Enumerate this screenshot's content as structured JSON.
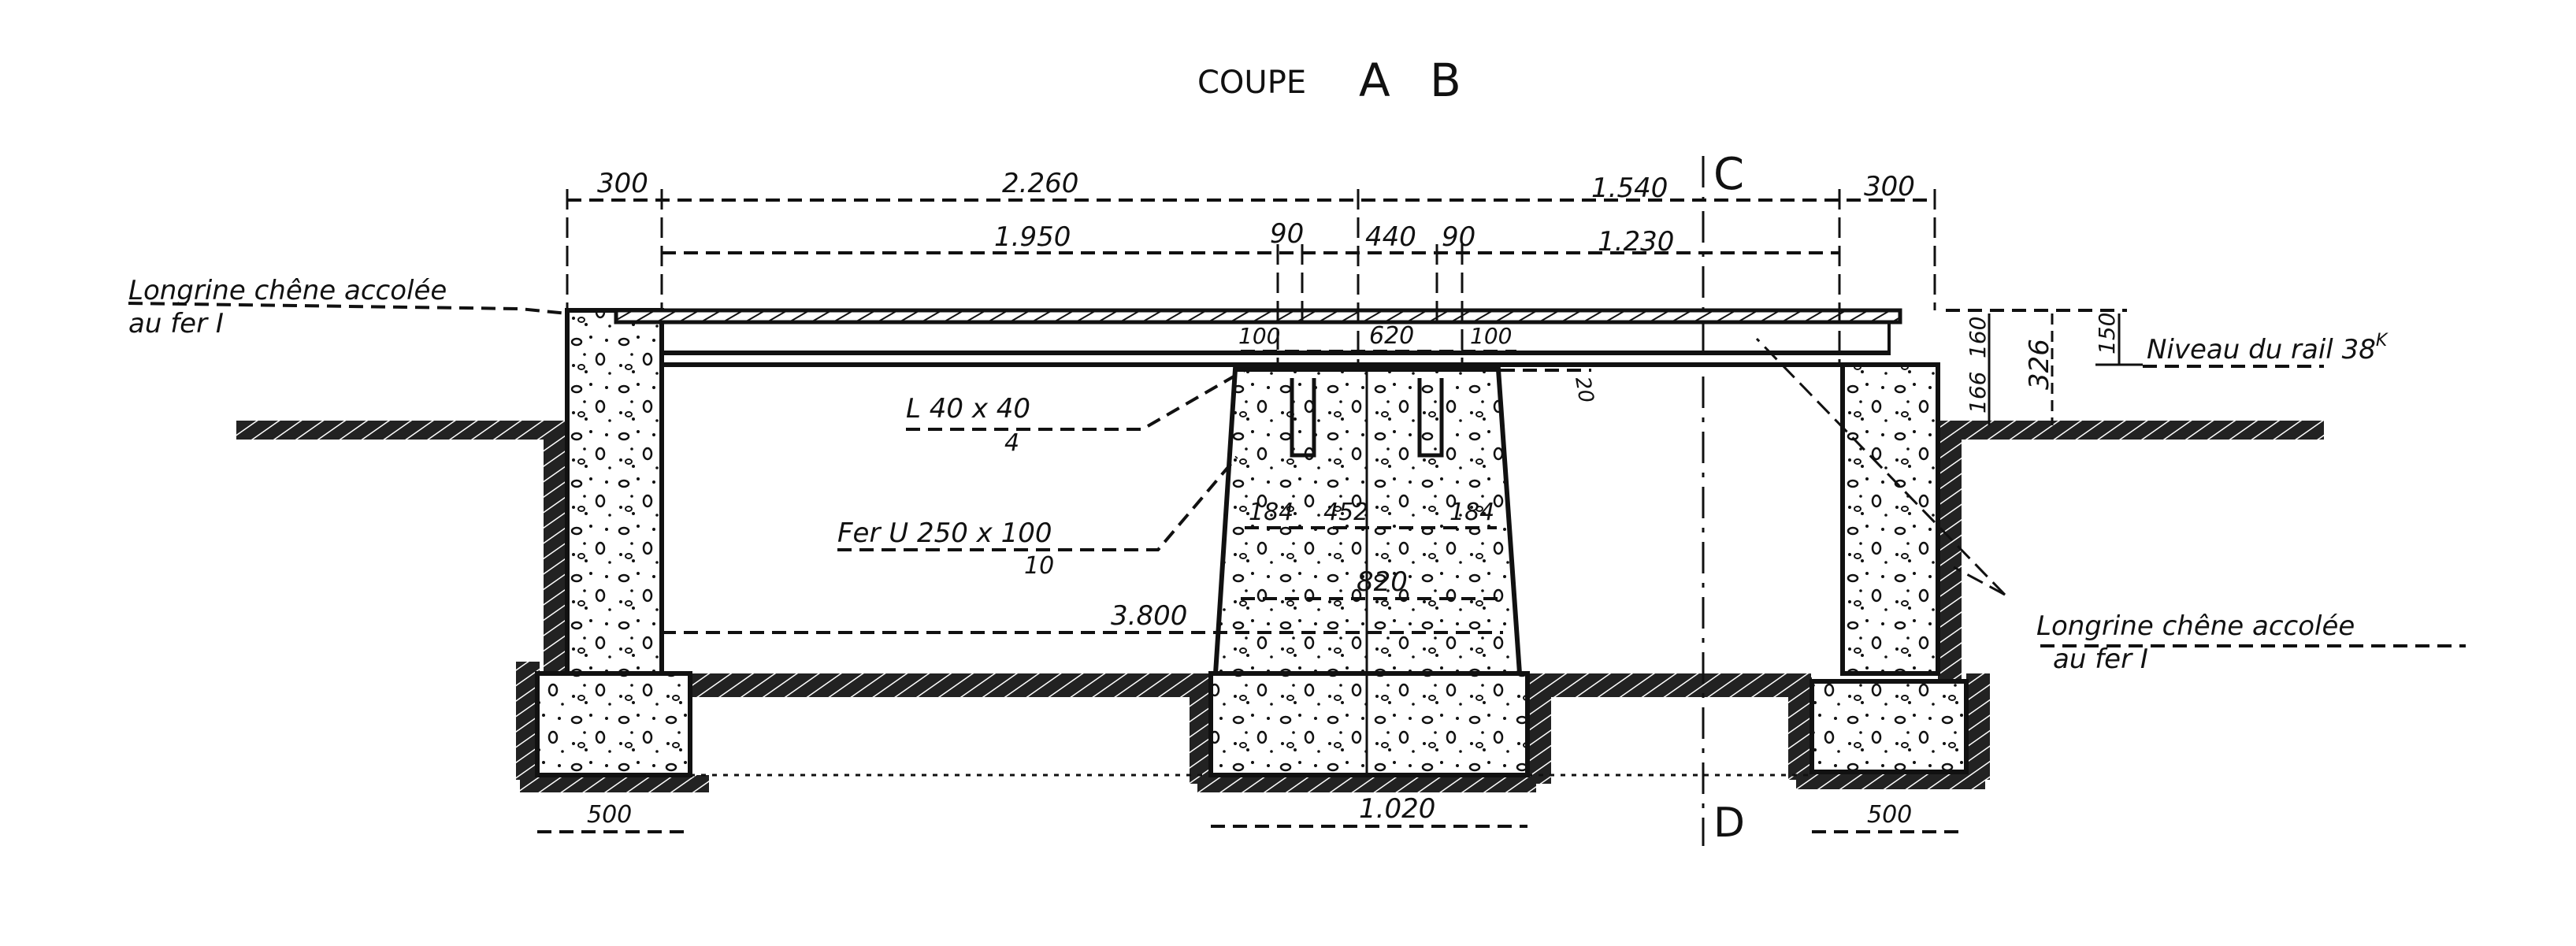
{
  "title": {
    "prefix": "COUPE",
    "a": "A",
    "b": "B"
  },
  "section_marks": {
    "top": "C",
    "bottom": "D"
  },
  "dimensions_top": {
    "left_wall": "300",
    "left_span": "2.260",
    "right_span": "1.540",
    "right_wall": "300"
  },
  "dimensions_second": {
    "left_clear": "1.950",
    "gap_left": "90",
    "center": "440",
    "gap_right": "90",
    "right_clear": "1.230"
  },
  "dimensions_pier_top": {
    "left": "100",
    "center": "620",
    "right": "100"
  },
  "dimensions_pier_mid": {
    "left": "184",
    "center": "452",
    "right": "184",
    "width": "820"
  },
  "dimensions_bottom": {
    "clear_span": "3.800",
    "pier_footing": "1.020",
    "left_footing": "500",
    "right_footing": "500"
  },
  "dimensions_vertical": {
    "d160": "160",
    "d326": "326",
    "d150": "150",
    "d166": "166",
    "d20": "20"
  },
  "labels": {
    "longrine_left_1": "Longrine chêne accolée",
    "longrine_left_2": "au fer I",
    "longrine_right_1": "Longrine chêne accolée",
    "longrine_right_2": "au fer I",
    "rail_level": "Niveau du rail 38",
    "rail_level_sup": "K",
    "angle_iron": "L  40 x 40",
    "angle_iron_thk": "4",
    "channel": "Fer U  250 x 100",
    "channel_thk": "10"
  }
}
